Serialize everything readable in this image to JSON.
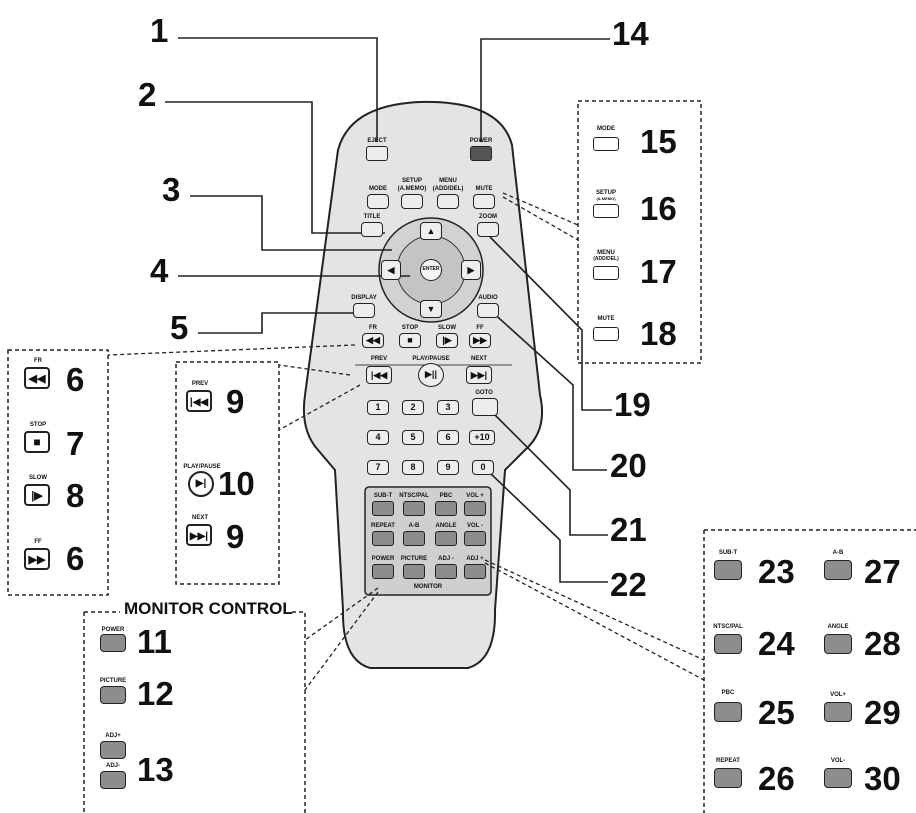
{
  "callouts": [
    "1",
    "2",
    "3",
    "4",
    "5",
    "6",
    "7",
    "8",
    "9",
    "10",
    "11",
    "12",
    "13",
    "14",
    "15",
    "16",
    "17",
    "18",
    "19",
    "20",
    "21",
    "22",
    "23",
    "24",
    "25",
    "26",
    "27",
    "28",
    "29",
    "30"
  ],
  "remote": {
    "eject": "EJECT",
    "power": "POWER",
    "mode": "MODE",
    "setup_line1": "SETUP",
    "setup_line2": "(A.MEMO)",
    "menu_line1": "MENU",
    "menu_line2": "(ADD/DEL)",
    "mute": "MUTE",
    "title": "TITLE",
    "zoom": "ZOOM",
    "enter": "ENTER",
    "display": "DISPLAY",
    "audio": "AUDIO",
    "fr": "FR",
    "stop": "STOP",
    "slow": "SLOW",
    "ff": "FF",
    "prev": "PREV",
    "play_pause": "PLAY/PAUSE",
    "next": "NEXT",
    "goto": "GOTO",
    "digits": [
      "1",
      "2",
      "3",
      "4",
      "5",
      "6",
      "+10",
      "7",
      "8",
      "9",
      "0"
    ],
    "grid_row1": [
      "SUB-T",
      "NTSC/PAL",
      "PBC",
      "VOL +"
    ],
    "grid_row2": [
      "REPEAT",
      "A-B",
      "ANGLE",
      "VOL -"
    ],
    "grid_row3": [
      "POWER",
      "PICTURE",
      "ADJ -",
      "ADJ +"
    ],
    "monitor": "MONITOR"
  },
  "panel_top_right": [
    "MODE",
    "SETUP",
    "(A.MEMO)",
    "MENU",
    "(ADD/DEL)",
    "MUTE"
  ],
  "panel_left": [
    "FR",
    "STOP",
    "SLOW",
    "FF"
  ],
  "panel_mid": [
    "PREV",
    "PLAY/PAUSE",
    "NEXT"
  ],
  "panel_monitor": {
    "heading": "MONITOR CONTROL",
    "labels": [
      "POWER",
      "PICTURE",
      "ADJ+",
      "ADJ-"
    ]
  },
  "panel_right": [
    "SUB-T",
    "NTSC/PAL",
    "PBC",
    "REPEAT",
    "A-B",
    "ANGLE",
    "VOL+",
    "VOL-"
  ]
}
